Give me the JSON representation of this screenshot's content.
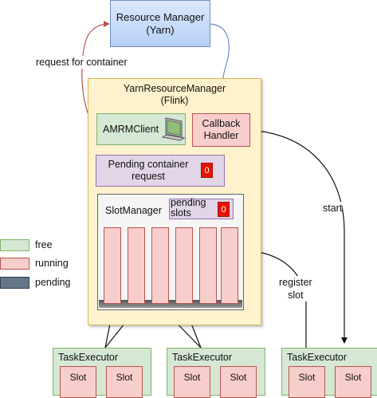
{
  "resource_manager": {
    "line1": "Resource Manager",
    "line2": "(Yarn)"
  },
  "yarn_resource_manager": {
    "line1": "YarnResourceManager",
    "line2": "(Flink)"
  },
  "amrm_client": {
    "label": "AMRMClient"
  },
  "callback_handler": {
    "line1": "Callback",
    "line2": "Handler"
  },
  "pending_request": {
    "line1": "Pending container",
    "line2": "request",
    "count": "0"
  },
  "slot_manager": {
    "label": "SlotManager"
  },
  "pending_slots": {
    "line1": "pending",
    "line2": "slots",
    "count": "0"
  },
  "legend": [
    {
      "label": "free",
      "color": "#d5e8d4"
    },
    {
      "label": "running",
      "color": "#f8cecc"
    },
    {
      "label": "pending",
      "color": "#647687"
    }
  ],
  "task_executors": [
    {
      "label": "TaskExecutor",
      "slots": [
        "Slot",
        "Slot"
      ]
    },
    {
      "label": "TaskExecutor",
      "slots": [
        "Slot",
        "Slot"
      ]
    },
    {
      "label": "TaskExecutor",
      "slots": [
        "Slot",
        "Slot"
      ]
    }
  ],
  "edges": {
    "request_for_container": "request for container",
    "start": "start",
    "register_slot_line1": "register",
    "register_slot_line2": "slot"
  },
  "colors": {
    "rm_fill": "#dae8fc",
    "container_fill": "#fff2cc",
    "green_fill": "#d5e8d4",
    "red_fill": "#f8cecc",
    "purple_fill": "#e1d5e7",
    "badge_red": "#e51400"
  }
}
